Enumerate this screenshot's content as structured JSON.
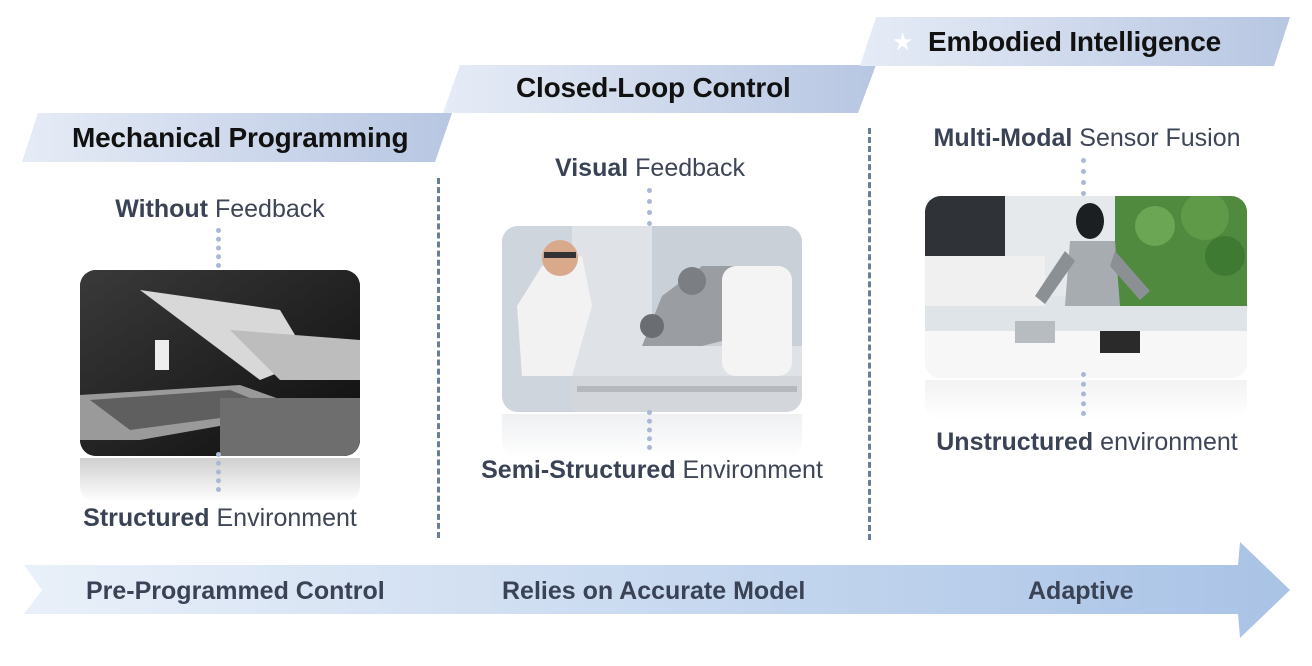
{
  "stages": [
    {
      "title": "Mechanical Programming"
    },
    {
      "title": "Closed-Loop Control"
    },
    {
      "title": "Embodied Intelligence",
      "icon": "star-icon"
    }
  ],
  "columns": [
    {
      "top_bold": "Without",
      "top_rest": " Feedback",
      "bottom_bold": "Structured",
      "bottom_rest": " Environment"
    },
    {
      "top_bold": "Visual",
      "top_rest": " Feedback",
      "bottom_bold": "Semi-Structured",
      "bottom_rest": " Environment"
    },
    {
      "top_bold": "Multi-Modal",
      "top_rest": " Sensor Fusion",
      "bottom_bold": "Unstructured",
      "bottom_rest": " environment"
    }
  ],
  "arrow": {
    "labels": [
      "Pre-Programmed Control",
      "Relies on Accurate Model",
      "Adaptive"
    ]
  },
  "colors": {
    "banner": "#c4d0e6",
    "arrow": "#b9cde8",
    "text": "#3a4255"
  }
}
